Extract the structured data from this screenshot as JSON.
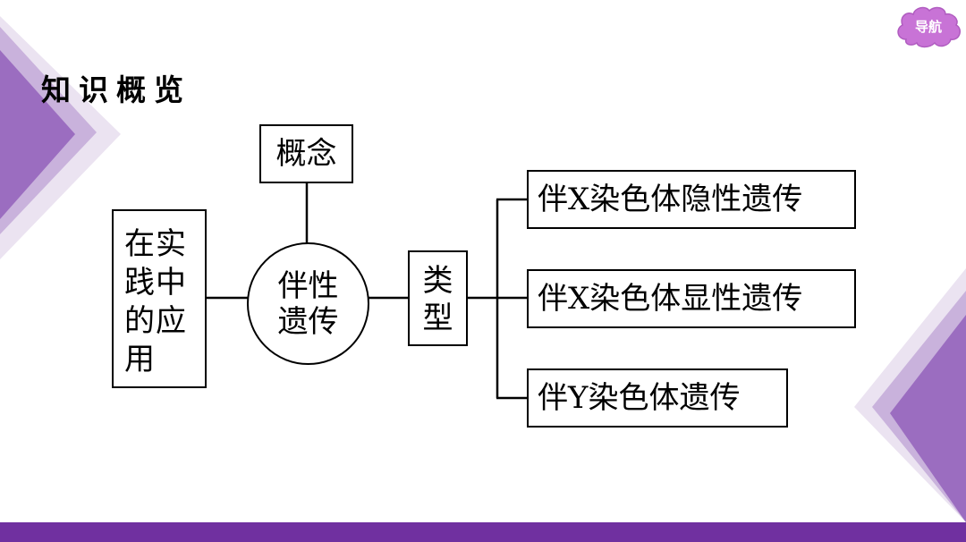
{
  "header": {
    "title": "知识概览"
  },
  "nav": {
    "label": "导航"
  },
  "diagram": {
    "concept": "概念",
    "application": "在实践中的应用",
    "center": "伴性遗传",
    "types": "类型",
    "leaves": [
      "伴X染色体隐性遗传",
      "伴X染色体显性遗传",
      "伴Y染色体遗传"
    ]
  },
  "colors": {
    "accent": "#7030a0",
    "decoration_light": "#e6dcee",
    "decoration_mid": "#b99cd0",
    "decoration_dark": "#9966bb",
    "nav_badge": "#c873d6"
  }
}
